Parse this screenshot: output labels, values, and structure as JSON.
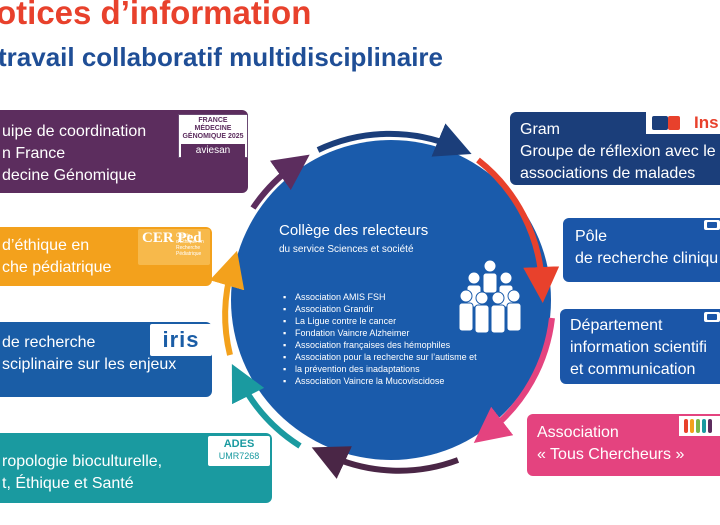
{
  "header": {
    "title": "otices d’information",
    "subtitle": "travail collaboratif multidisciplinaire"
  },
  "colors": {
    "title_red": "#e8412c",
    "title_blue": "#1f4e96",
    "circle_blue": "#1a5bab",
    "purple": "#5c2d5e",
    "orange": "#f3a11c",
    "blue": "#1a5da6",
    "teal": "#1a9aa0",
    "navy": "#1b3e7a",
    "pink": "#e4437f"
  },
  "left_boxes": [
    {
      "lines": [
        "uipe de coordination",
        "n France",
        "decine Génomique"
      ],
      "logo": "France Médecine Génomique 2025 / aviesan"
    },
    {
      "lines": [
        "d’éthique en",
        "che pédiatrique"
      ],
      "logo": "CERPed"
    },
    {
      "lines": [
        " de recherche",
        "sciplinaire sur les enjeux",
        ""
      ],
      "logo": "iris"
    },
    {
      "lines": [
        "ropologie bioculturelle,",
        "t, Éthique et Santé"
      ],
      "logo": "ADES UMR7268"
    }
  ],
  "right_boxes": [
    {
      "lines": [
        "Gram",
        "Groupe de réflexion avec le",
        "associations de malades"
      ],
      "logo": "Ins"
    },
    {
      "lines": [
        "Pôle",
        "de recherche cliniqu"
      ]
    },
    {
      "lines": [
        "Département",
        "information scientifi",
        "et communication"
      ]
    },
    {
      "lines": [
        "Association",
        "« Tous Chercheurs »"
      ]
    }
  ],
  "logos": {
    "fmg_text": "FRANCE MÉDECINE GÉNOMIQUE 2025",
    "fmg_sub": "aviesan",
    "cerped_main": "CER Ped",
    "cerped_sub": "Cercle d’Éthique en Recherche Pédiatrique",
    "iris": "iris",
    "ades_main": "ADES",
    "ades_sub": "UMR7268",
    "inserm": "Ins"
  },
  "circle": {
    "title": "Collège des relecteurs",
    "subtitle": "du service Sciences et société",
    "items": [
      "Association AMIS FSH",
      "Association Grandir",
      "La Ligue contre le cancer",
      "Fondation Vaincre Alzheimer",
      "Association françaises des hémophiles",
      "Association pour la recherche sur l’autisme et",
      "la prévention des inadaptations",
      "Association Vaincre la Mucoviscidose"
    ]
  }
}
